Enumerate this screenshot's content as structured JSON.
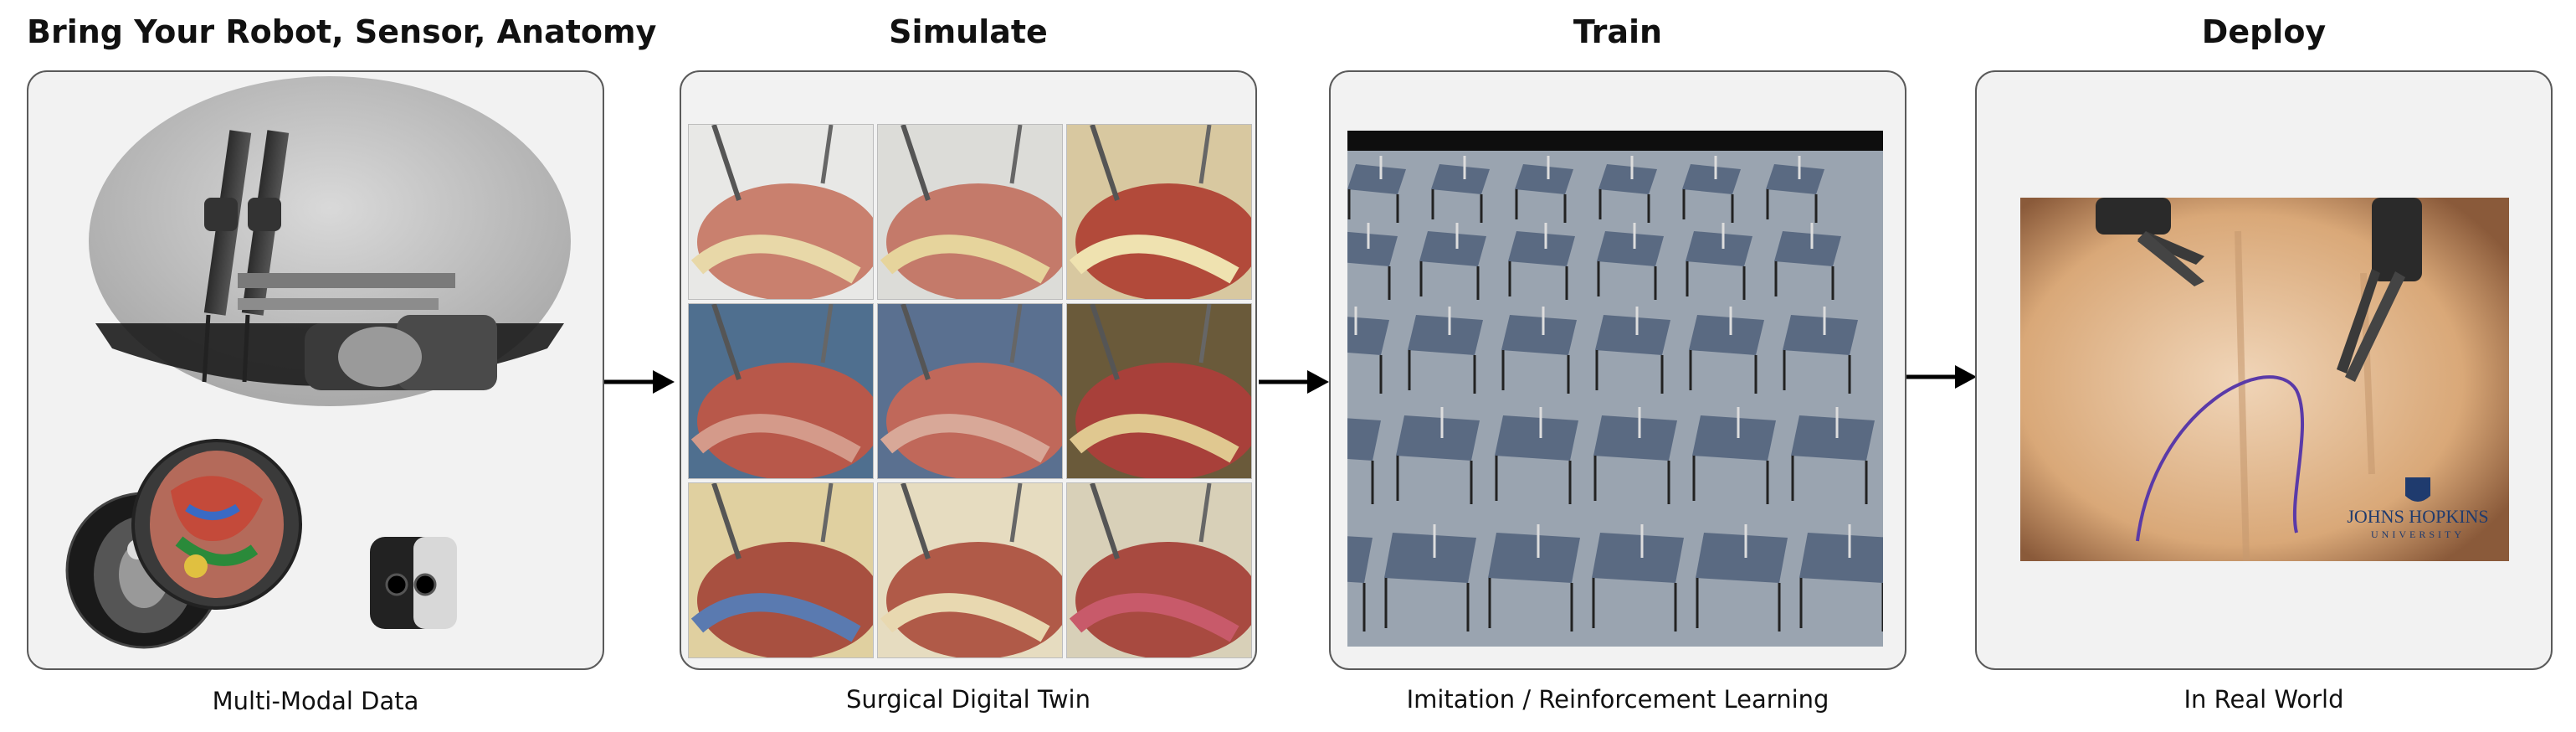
{
  "stages": [
    {
      "title": "Bring Your Robot, Sensor, Anatomy",
      "caption": "Multi-Modal Data"
    },
    {
      "title": "Simulate",
      "caption": "Surgical Digital Twin"
    },
    {
      "title": "Train",
      "caption": "Imitation / Reinforcement Learning"
    },
    {
      "title": "Deploy",
      "caption": "In Real World"
    }
  ],
  "deploy_logo": {
    "line1": "JOHNS HOPKINS",
    "line2": "UNIVERSITY"
  },
  "colors": {
    "border": "#5a5a5a",
    "panel_bg": "#f2f2f2",
    "arrow": "#000000"
  }
}
